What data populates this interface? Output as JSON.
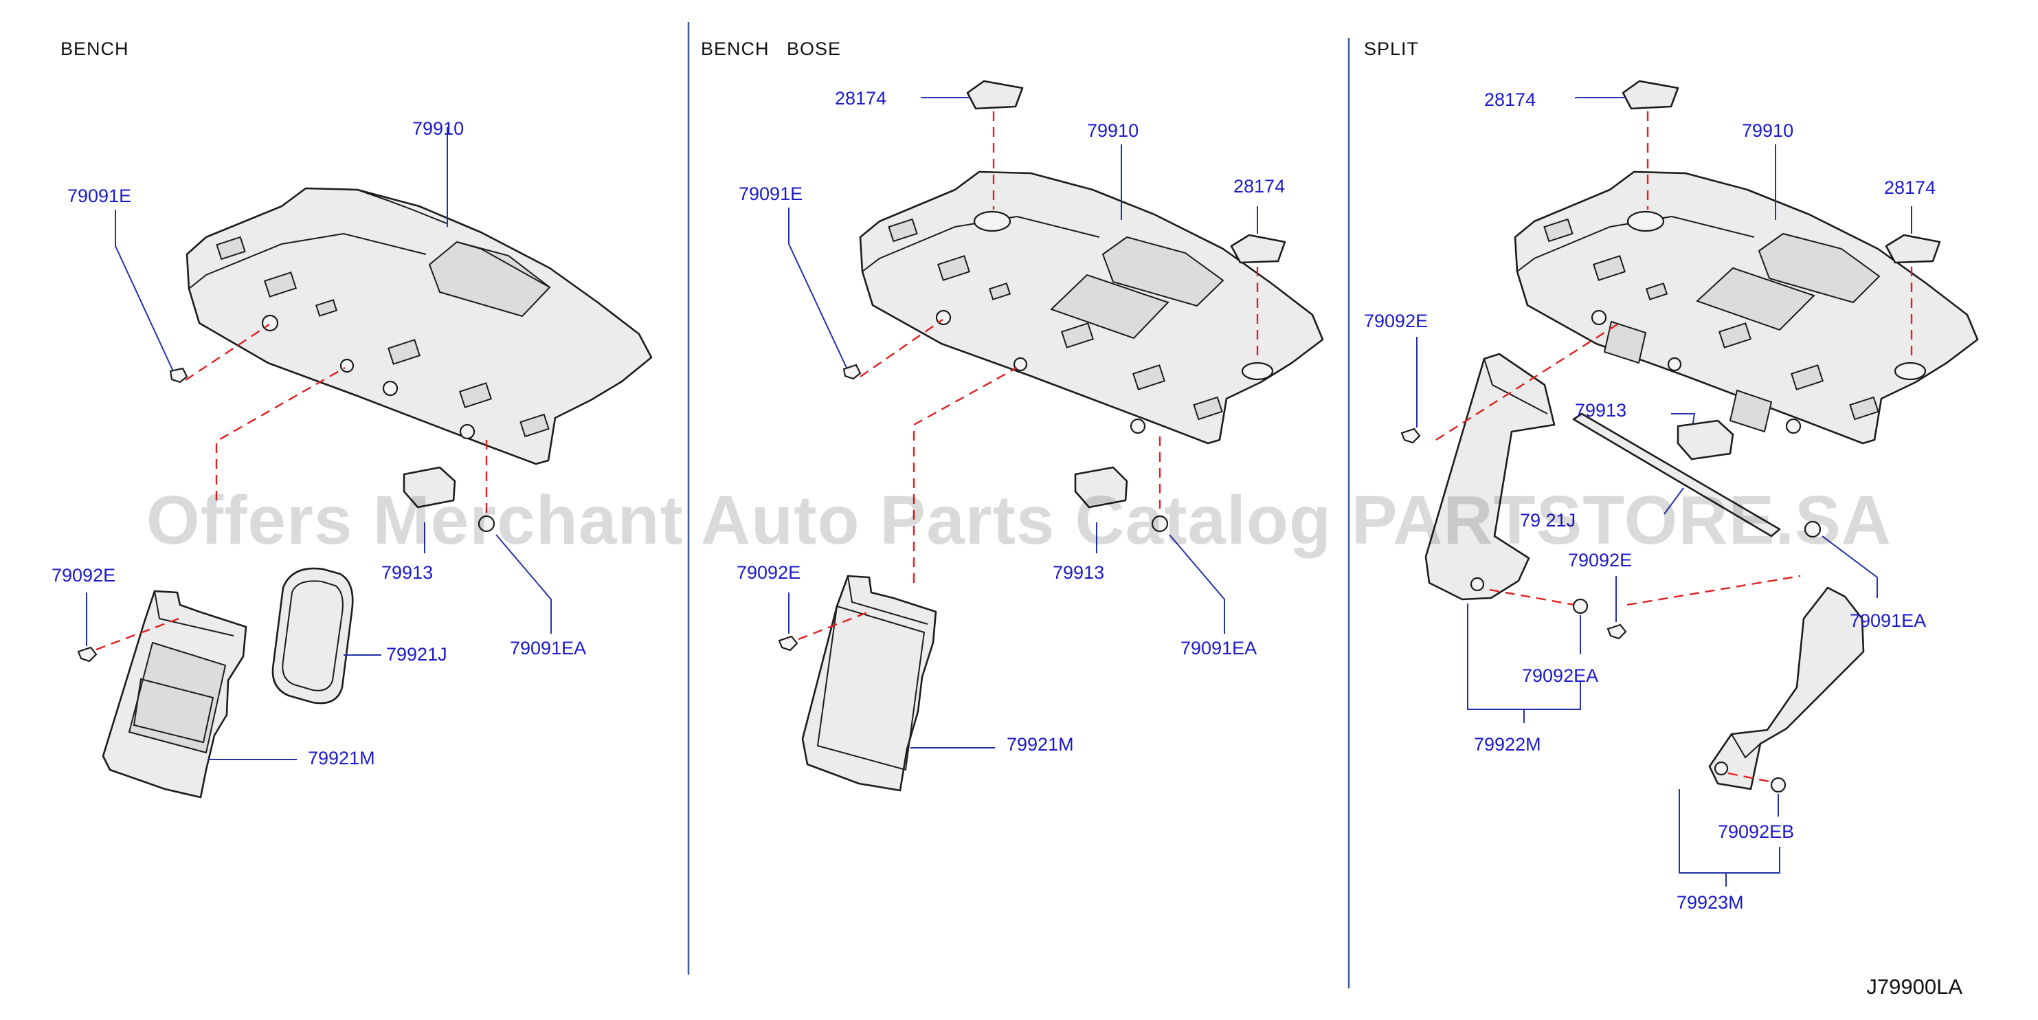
{
  "sections": [
    {
      "title": "BENCH"
    },
    {
      "title": "BENCH   BOSE"
    },
    {
      "title": "SPLIT"
    }
  ],
  "labels": {
    "bench": {
      "shelf": "79910",
      "clip_e": "79091E",
      "clip_92e": "79092E",
      "pad": "79913",
      "clip_ea": "79091EA",
      "ring": "79921J",
      "bracket": "79921M"
    },
    "bose": {
      "cap_top": "28174",
      "shelf": "79910",
      "cap_right": "28174",
      "clip_e": "79091E",
      "pad": "79913",
      "clip_92e": "79092E",
      "clip_ea": "79091EA",
      "bracket": "79921M"
    },
    "split": {
      "cap_top": "28174",
      "shelf": "79910",
      "cap_right": "28174",
      "clip_92e_left": "79092E",
      "pad": "79913",
      "pad_obscured": "79 21J",
      "clip_92e_mid": "79092E",
      "clip_ea": "79091EA",
      "clip_92ea": "79092EA",
      "trim_left": "79922M",
      "clip_92eb": "79092EB",
      "trim_right": "79923M"
    }
  },
  "diagram_code": "J79900LA",
  "watermark": "Offers Merchant Auto Parts Catalog PARTSTORE.SA"
}
